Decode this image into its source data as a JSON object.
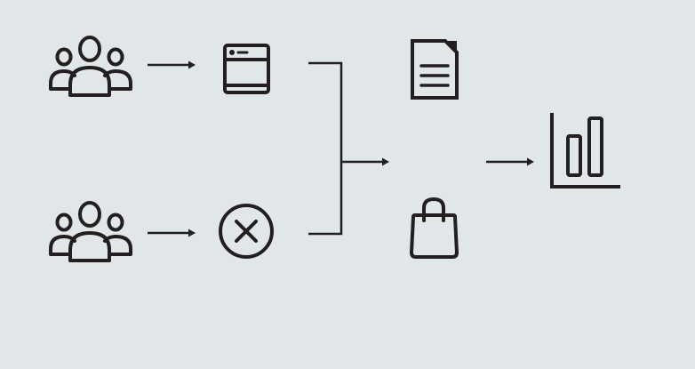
{
  "diagram": {
    "nodes": [
      {
        "id": "group-top",
        "icon": "users-group-icon"
      },
      {
        "id": "group-bottom",
        "icon": "users-group-icon"
      },
      {
        "id": "browser",
        "icon": "browser-window-icon"
      },
      {
        "id": "cancel",
        "icon": "close-circle-icon"
      },
      {
        "id": "document",
        "icon": "document-icon"
      },
      {
        "id": "bag",
        "icon": "shopping-bag-icon"
      },
      {
        "id": "chart",
        "icon": "bar-chart-icon"
      }
    ],
    "edges": [
      {
        "from": "group-top",
        "to": "browser"
      },
      {
        "from": "group-bottom",
        "to": "cancel"
      },
      {
        "from": "browser",
        "to": "merge"
      },
      {
        "from": "cancel",
        "to": "merge"
      },
      {
        "from": "merge",
        "to": "document-bag-column"
      },
      {
        "from": "document-bag-column",
        "to": "chart"
      }
    ],
    "colors": {
      "background": "#e1e6e9",
      "ink": "#231f20"
    }
  }
}
